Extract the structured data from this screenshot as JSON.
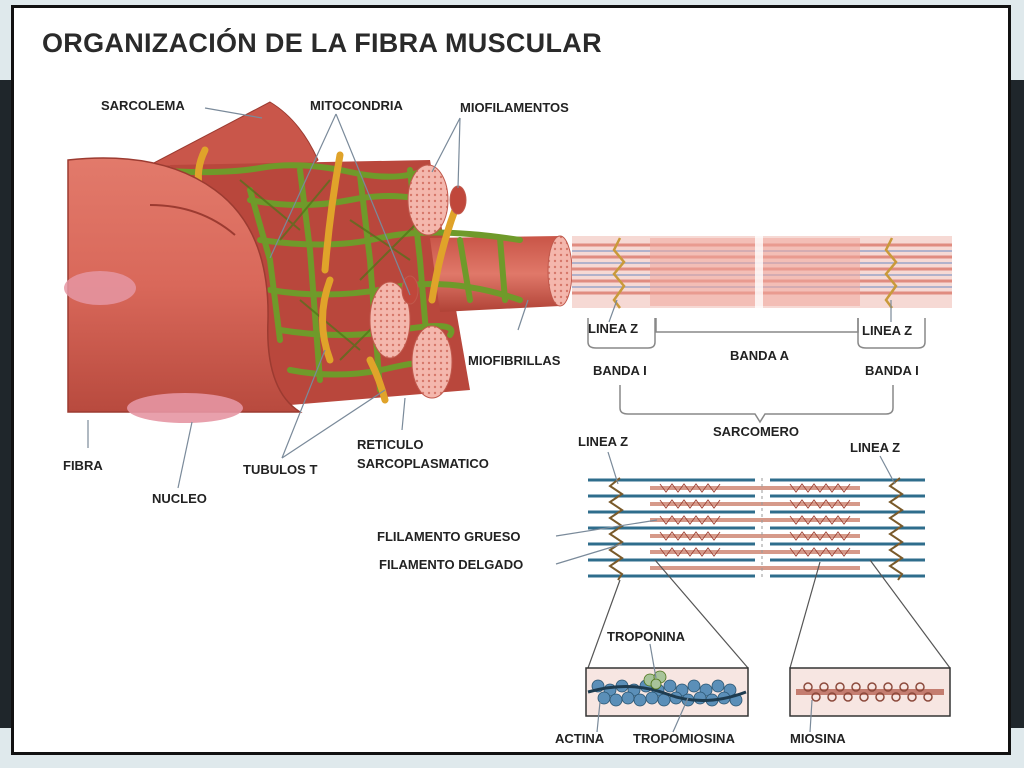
{
  "title": "ORGANIZACIÓN DE LA FIBRA MUSCULAR",
  "labels": {
    "sarcolema": "SARCOLEMA",
    "mitocondria": "MITOCONDRIA",
    "miofilamentos": "MIOFILAMENTOS",
    "miofibrillas": "MIOFIBRILLAS",
    "fibra": "FIBRA",
    "nucleo": "NUCLEO",
    "tubulos_t": "TUBULOS T",
    "reticulo_1": "RETICULO",
    "reticulo_2": "SARCOPLASMATICO",
    "linea_z_left": "LINEA Z",
    "linea_z_right": "LINEA Z",
    "banda_a": "BANDA A",
    "banda_i_left": "BANDA I",
    "banda_i_right": "BANDA I",
    "sarcomero": "SARCOMERO",
    "linea_z_lower_left": "LINEA Z",
    "linea_z_lower_right": "LINEA Z",
    "filamento_grueso": "FLILAMENTO GRUESO",
    "filamento_delgado": "FILAMENTO DELGADO",
    "troponina": "TROPONINA",
    "actina": "ACTINA",
    "tropomiosina": "TROPOMIOSINA",
    "miosina": "MIOSINA"
  },
  "colors": {
    "fiber": "#d9685a",
    "fiber_dark": "#b84a3e",
    "reticulum": "#6f9a2a",
    "tubule": "#e0a32a",
    "myofibril": "#f2b3aa",
    "actin": "#2f6d8c",
    "myosin": "#d69a8a"
  }
}
